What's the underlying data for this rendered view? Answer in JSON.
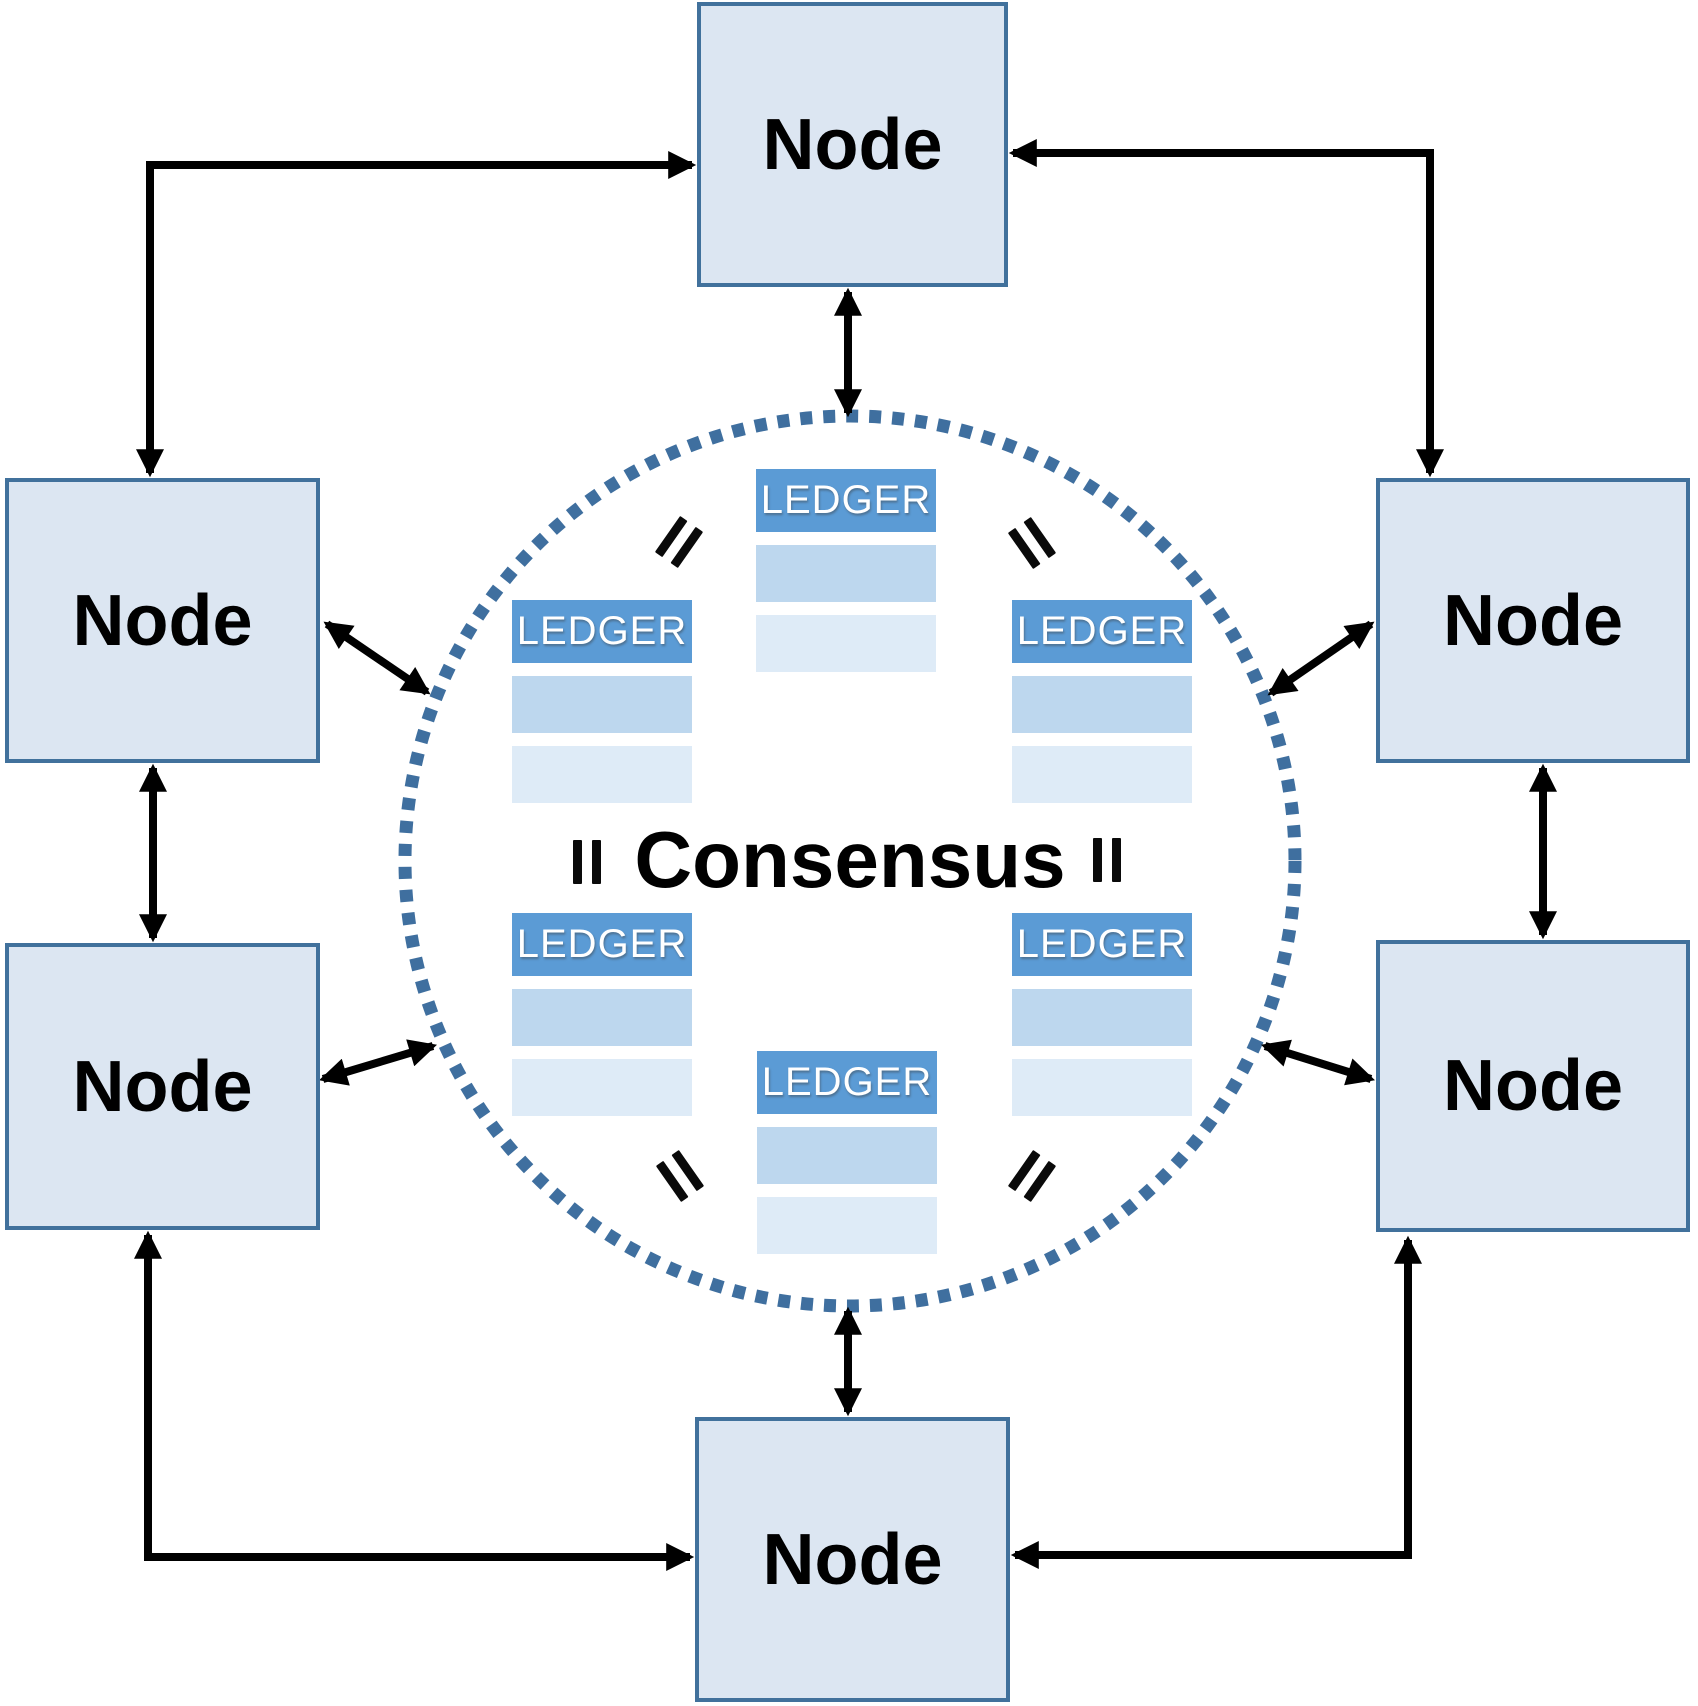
{
  "diagram": {
    "consensus_label": "Consensus",
    "equals_symbol": "=",
    "nodes": [
      {
        "id": "top",
        "label": "Node"
      },
      {
        "id": "upper-left",
        "label": "Node"
      },
      {
        "id": "upper-right",
        "label": "Node"
      },
      {
        "id": "lower-left",
        "label": "Node"
      },
      {
        "id": "lower-right",
        "label": "Node"
      },
      {
        "id": "bottom",
        "label": "Node"
      }
    ],
    "ledgers": [
      {
        "id": "top",
        "label": "LEDGER"
      },
      {
        "id": "middle-left",
        "label": "LEDGER"
      },
      {
        "id": "middle-right",
        "label": "LEDGER"
      },
      {
        "id": "lower-left",
        "label": "LEDGER"
      },
      {
        "id": "lower-right",
        "label": "LEDGER"
      },
      {
        "id": "bottom",
        "label": "LEDGER"
      }
    ],
    "colors": {
      "node_fill": "#dce6f2",
      "node_border": "#41719c",
      "ledger_header": "#5b9bd5",
      "ledger_row_medium": "#bdd7ee",
      "ledger_row_light": "#deebf7",
      "circle_dots": "#3f6f9f",
      "arrows": "#000000",
      "text": "#000000",
      "ledger_text": "#ffffff"
    }
  }
}
